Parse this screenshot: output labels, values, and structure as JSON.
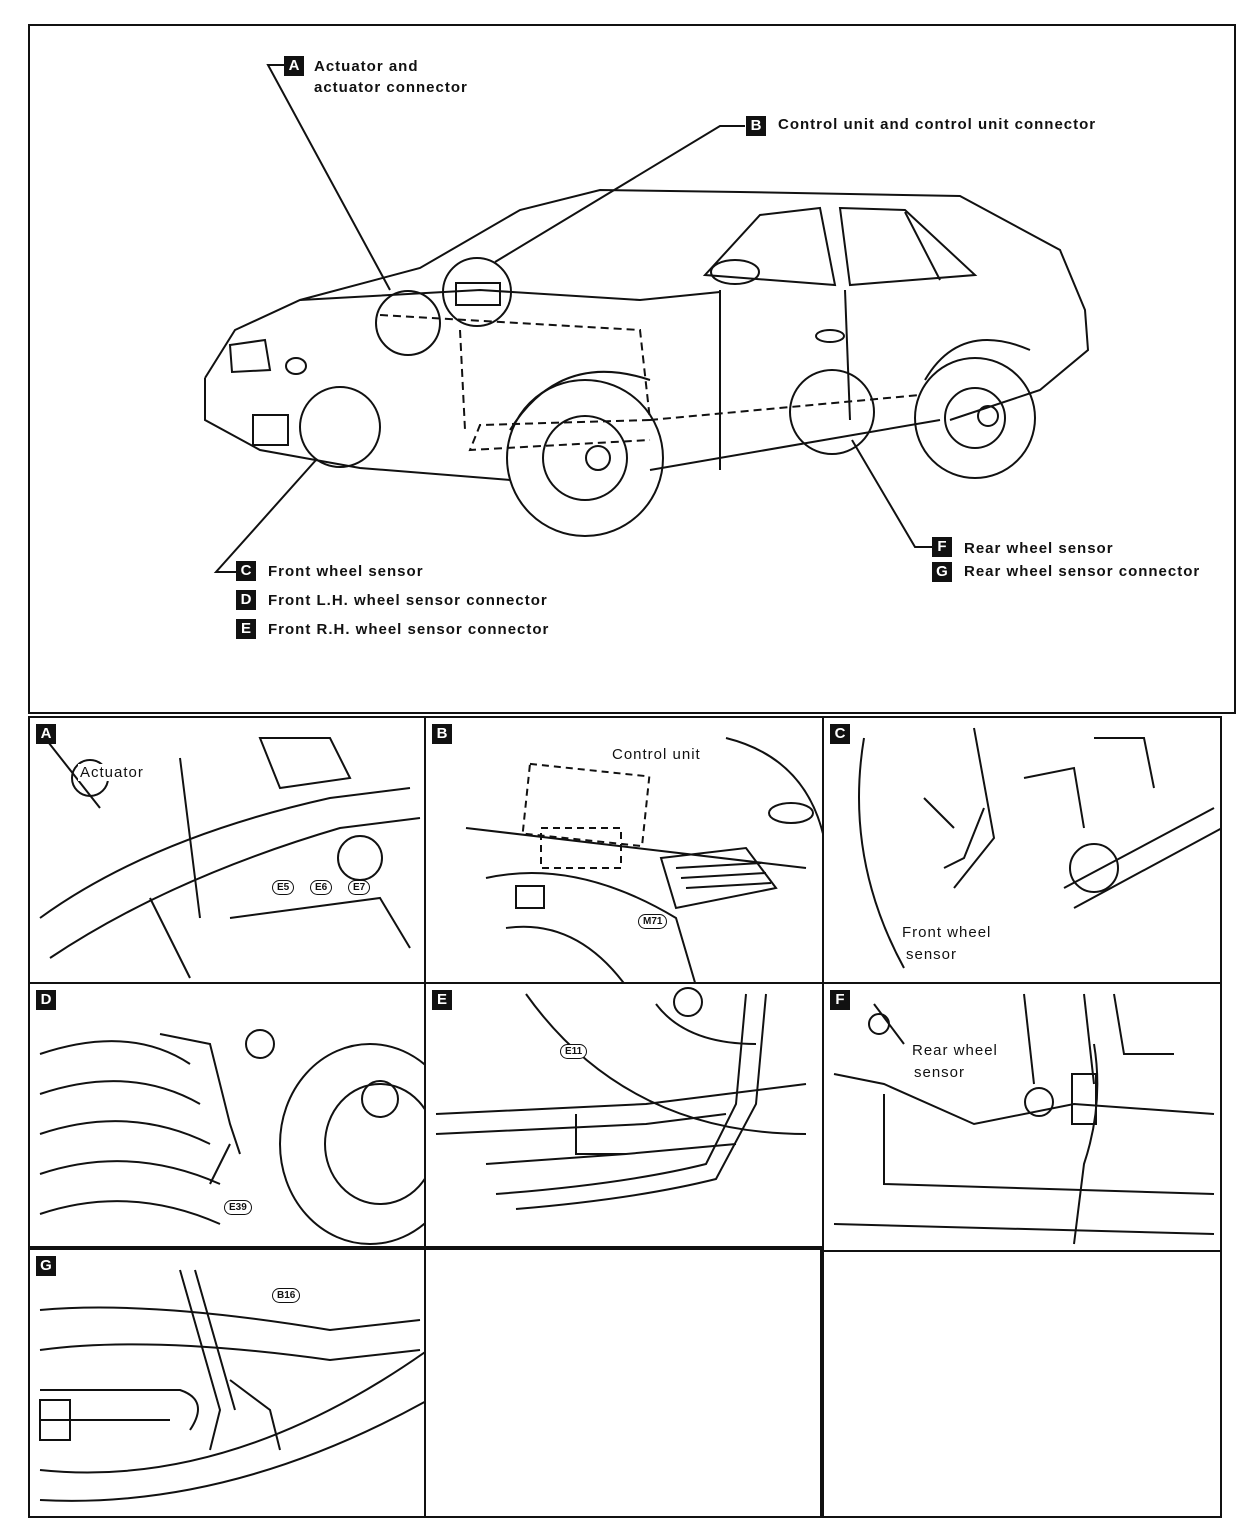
{
  "overview": {
    "callouts": [
      {
        "badge": "A",
        "lines": [
          "Actuator and",
          "actuator connector"
        ]
      },
      {
        "badge": "B",
        "lines": [
          "Control unit and control unit connector"
        ]
      },
      {
        "badge": "C",
        "lines": [
          "Front wheel sensor"
        ]
      },
      {
        "badge": "D",
        "lines": [
          "Front L.H. wheel sensor connector"
        ]
      },
      {
        "badge": "E",
        "lines": [
          "Front R.H. wheel sensor connector"
        ]
      },
      {
        "badge": "F",
        "lines": [
          "Rear wheel sensor"
        ]
      },
      {
        "badge": "G",
        "lines": [
          "Rear wheel sensor connector"
        ]
      }
    ]
  },
  "panels": [
    {
      "badge": "A",
      "texts": [
        "Actuator"
      ],
      "connectors": [
        "E5",
        "E6",
        "E7"
      ]
    },
    {
      "badge": "B",
      "texts": [
        "Control unit"
      ],
      "connectors": [
        "M71"
      ]
    },
    {
      "badge": "C",
      "texts": [
        "Front wheel",
        "sensor"
      ],
      "connectors": []
    },
    {
      "badge": "D",
      "texts": [],
      "connectors": [
        "E39"
      ]
    },
    {
      "badge": "E",
      "texts": [],
      "connectors": [
        "E11"
      ]
    },
    {
      "badge": "F",
      "texts": [
        "Rear wheel",
        "sensor"
      ],
      "connectors": []
    },
    {
      "badge": "G",
      "texts": [],
      "connectors": [
        "B16"
      ]
    }
  ]
}
